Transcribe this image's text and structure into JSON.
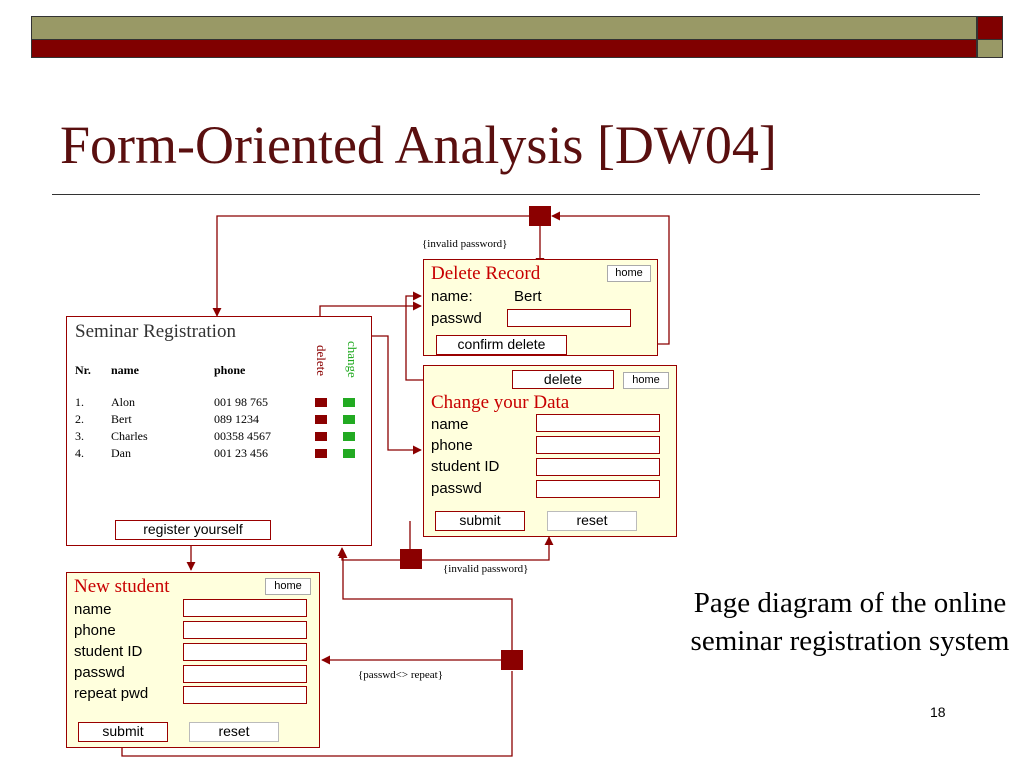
{
  "slide": {
    "title": "Form-Oriented Analysis [DW04]",
    "caption": "Page diagram of the online seminar registration system",
    "page_number": "18"
  },
  "seminar_page": {
    "title": "Seminar Registration",
    "headers": {
      "nr": "Nr.",
      "name": "name",
      "phone": "phone"
    },
    "delete_label": "delete",
    "change_label": "change",
    "rows": [
      {
        "nr": "1.",
        "name": "Alon",
        "phone": "001 98 765"
      },
      {
        "nr": "2.",
        "name": "Bert",
        "phone": "089 1234"
      },
      {
        "nr": "3.",
        "name": "Charles",
        "phone": "00358 4567"
      },
      {
        "nr": "4.",
        "name": "Dan",
        "phone": "001 23 456"
      }
    ],
    "register_button": "register yourself"
  },
  "delete_record": {
    "title": "Delete Record",
    "home_button": "home",
    "name_label": "name:",
    "name_value": "Bert",
    "passwd_label": "passwd",
    "confirm_button": "confirm delete"
  },
  "change_data": {
    "delete_button": "delete",
    "home_button": "home",
    "title": "Change your Data",
    "fields": [
      "name",
      "phone",
      "student ID",
      "passwd"
    ],
    "submit_button": "submit",
    "reset_button": "reset"
  },
  "new_student": {
    "title": "New student",
    "home_button": "home",
    "fields": [
      "name",
      "phone",
      "student ID",
      "passwd",
      "repeat pwd"
    ],
    "submit_button": "submit",
    "reset_button": "reset"
  },
  "conditions": {
    "invalid_password_top": "{invalid password}",
    "invalid_password_bottom": "{invalid password}",
    "passwd_repeat": "{passwd<> repeat}"
  },
  "colors": {
    "accent_dark_red": "#800000",
    "olive": "#999966",
    "panel_bg": "#ffffdd",
    "title_red": "#c80000",
    "change_green": "#22aa22"
  }
}
